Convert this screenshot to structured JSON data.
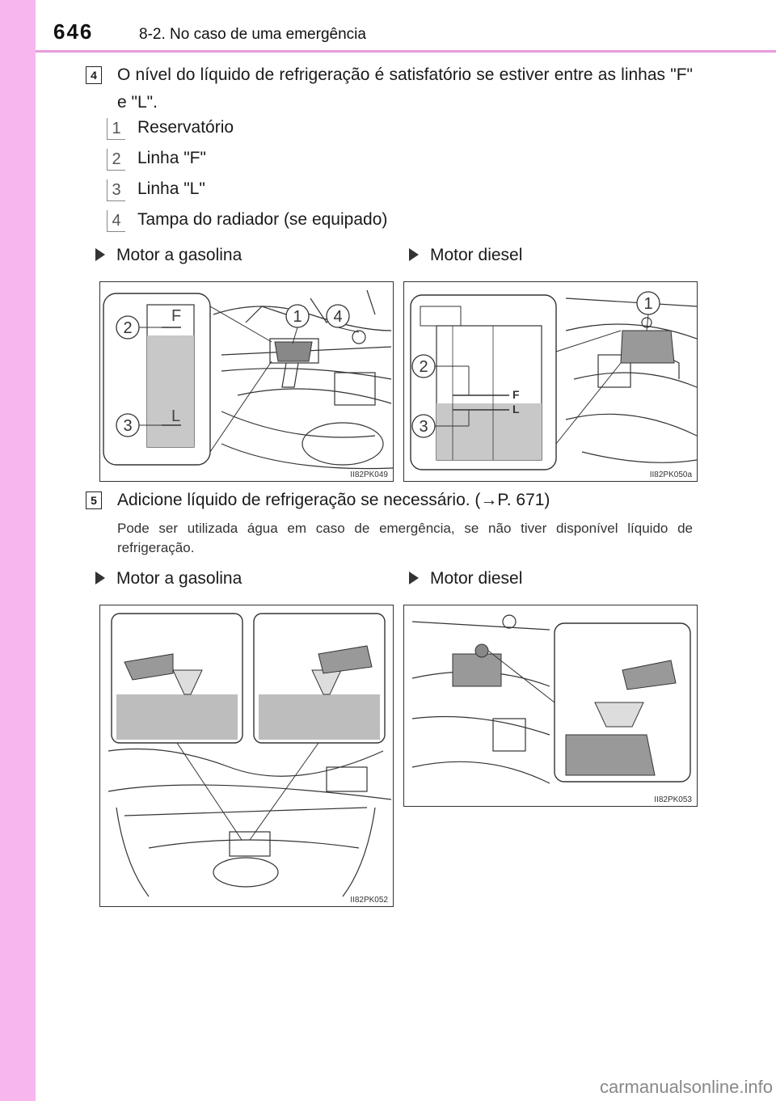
{
  "header": {
    "page_number": "646",
    "section_title": "8-2. No caso de uma emergência"
  },
  "step4": {
    "number": "4",
    "text": "O nível do líquido de refrigeração é satisfatório se estiver entre as linhas \"F\" e \"L\".",
    "legend": [
      {
        "num": "1",
        "label": "Reservatório"
      },
      {
        "num": "2",
        "label": "Linha \"F\""
      },
      {
        "num": "3",
        "label": "Linha \"L\""
      },
      {
        "num": "4",
        "label": "Tampa do radiador (se equipado)"
      }
    ],
    "heading_left": "Motor a gasolina",
    "heading_right": "Motor diesel",
    "figure_left": {
      "code": "II82PK049",
      "callouts": [
        "1",
        "2",
        "3",
        "4"
      ],
      "marks": [
        "F",
        "L"
      ]
    },
    "figure_right": {
      "code": "II82PK050a",
      "callouts": [
        "1",
        "2",
        "3"
      ],
      "marks": [
        "F",
        "L"
      ]
    }
  },
  "step5": {
    "number": "5",
    "text": "Adicione líquido de refrigeração se necessário. (→P. 671)",
    "note": "Pode ser utilizada água em caso de emergência, se não tiver disponível líquido de refrigeração.",
    "heading_left": "Motor a gasolina",
    "heading_right": "Motor diesel",
    "figure_left": {
      "code": "II82PK052"
    },
    "figure_right": {
      "code": "II82PK053"
    }
  },
  "watermark": "carmanualsonline.info"
}
